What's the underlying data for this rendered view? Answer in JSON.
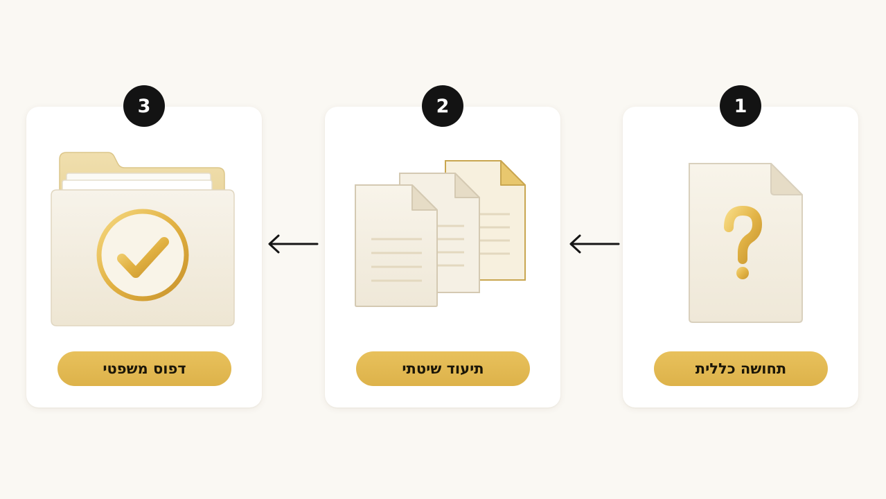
{
  "steps": [
    {
      "number": "1",
      "label": "תחושה כללית",
      "icon": "question-document-icon"
    },
    {
      "number": "2",
      "label": "תיעוד שיטתי",
      "icon": "stacked-documents-icon"
    },
    {
      "number": "3",
      "label": "דפוס משפטי",
      "icon": "folder-check-icon"
    }
  ],
  "flow_direction": "right-to-left",
  "colors": {
    "background": "#faf8f3",
    "card": "#ffffff",
    "badge": "#131313",
    "accent_gold": "#e2b54f",
    "paper": "#f5f0e4"
  }
}
